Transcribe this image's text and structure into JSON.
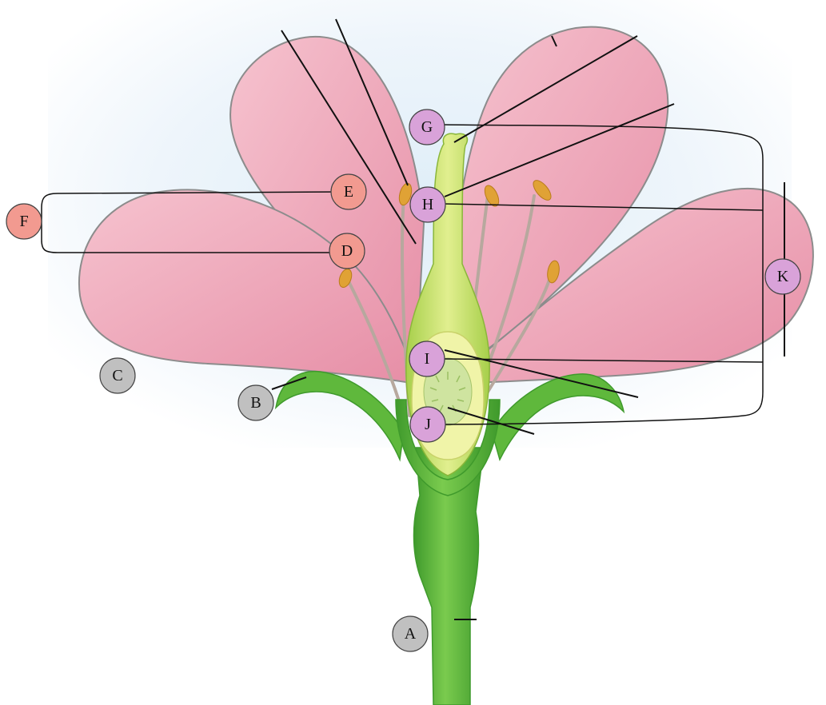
{
  "labels": {
    "a": "A",
    "b": "B",
    "c": "C",
    "d": "D",
    "e": "E",
    "f": "F",
    "g": "G",
    "h": "H",
    "i": "I",
    "j": "J",
    "k": "K"
  },
  "colors": {
    "petal": "#f2b5c4",
    "petal_dark": "#e48aa3",
    "petal_edge": "#8c8c8c",
    "stem": "#6ec244",
    "stem_dark": "#3f9a2c",
    "pistil": "#cfe57a",
    "ovary": "#e8f0a3",
    "anther": "#e0a235",
    "filament": "#b7a89e",
    "label_gray": "#c0c0c0",
    "label_pink": "#d9a2d9",
    "label_salmon": "#f29a90"
  },
  "icons": {
    "diagram": "flower-cross-section"
  }
}
